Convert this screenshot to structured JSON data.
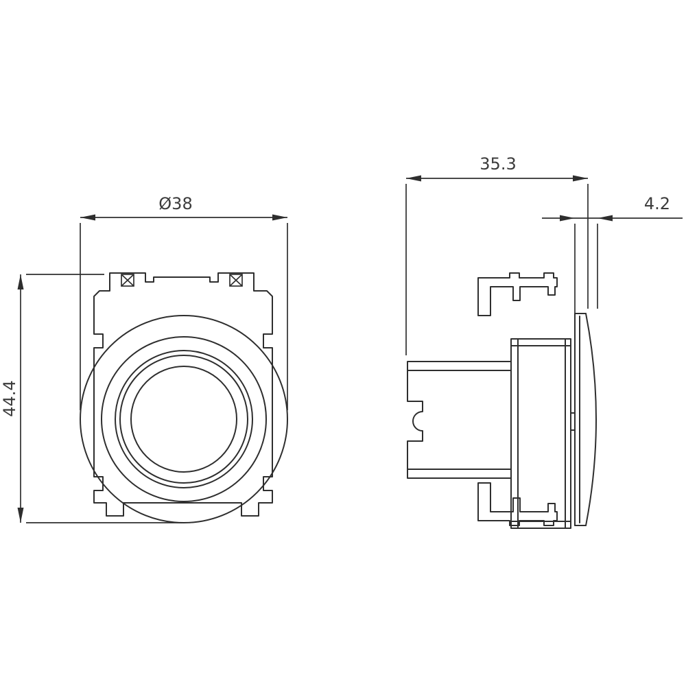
{
  "drawing": {
    "front_view": {
      "dim_width_label": "Ø38",
      "dim_height_label": "44.4"
    },
    "side_view": {
      "dim_depth_label": "35.3",
      "dim_cap_label": "4.2"
    }
  },
  "style": {
    "background_color": "#ffffff",
    "line_color": "#2e2e2e",
    "text_color": "#3c3c3c"
  }
}
